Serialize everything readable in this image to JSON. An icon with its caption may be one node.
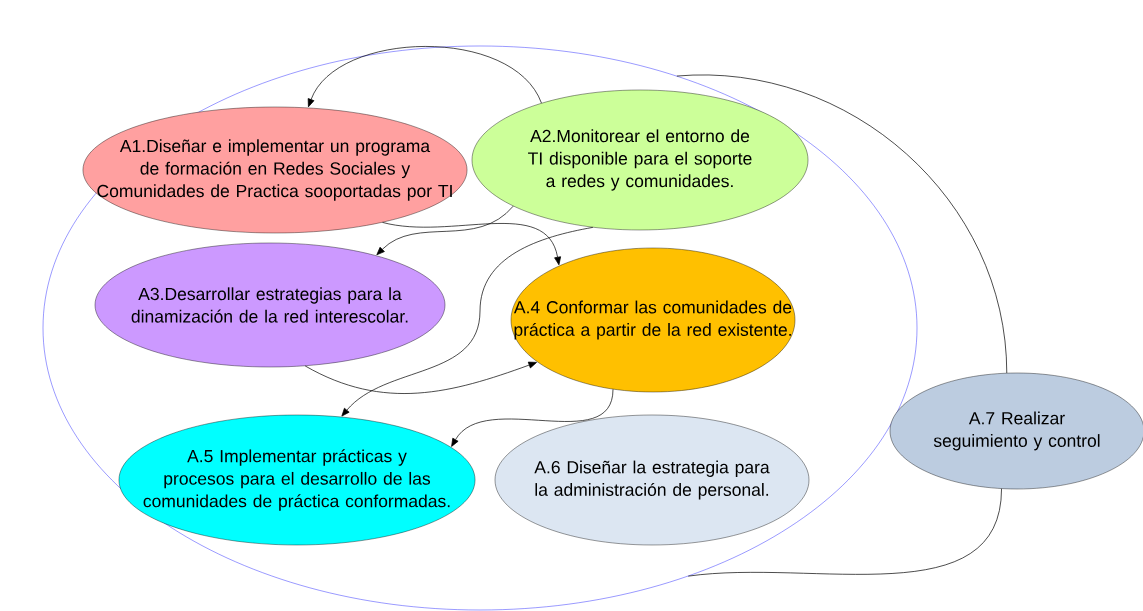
{
  "diagram": {
    "nodes": [
      {
        "text": [],
        "shape": "ellipse"
      },
      {
        "text": [
          "A1.Diseñar e implementar un programa de formación en Redes Sociales y Comunidades de Practica sooportadas por TI"
        ],
        "in": 0
      },
      {
        "text": [
          "A2.Monitorear el entorno de TI disponible para el soporte a redes y comunidades."
        ],
        "in": 0
      },
      {
        "text": [
          "A3.Desarrollar estrategias para la dinamización de la red interescolar."
        ],
        "in": 0
      },
      {
        "text": [
          "A.4 Conformar las comunidades de práctica a partir de la red existente."
        ],
        "in": 0
      },
      {
        "text": [
          "A.5 Implementar prácticas y procesos para el desarrollo de las comunidades de práctica conformadas."
        ],
        "in": 0
      },
      {
        "text": [
          "A.6 Diseñar la estrategia para la administración de personal."
        ],
        "in": 0
      },
      {
        "text": [
          "A.7 Realizar seguimiento y control"
        ]
      }
    ],
    "edges": [
      {
        "from": 2,
        "to": 1,
        "arrow": "to"
      },
      {
        "from": 2,
        "to": 3,
        "arrow": "to"
      },
      {
        "from": 1,
        "to": 4,
        "arrow": "to"
      },
      {
        "from": 2,
        "to": 5,
        "arrow": "to"
      },
      {
        "from": 3,
        "to": 4,
        "arrow": "to"
      },
      {
        "from": 4,
        "to": 5,
        "arrow": "to"
      },
      {
        "from": 7,
        "to": 0,
        "arrow": "none"
      },
      {
        "from": 7,
        "to": 0,
        "arrow": "none"
      }
    ]
  }
}
